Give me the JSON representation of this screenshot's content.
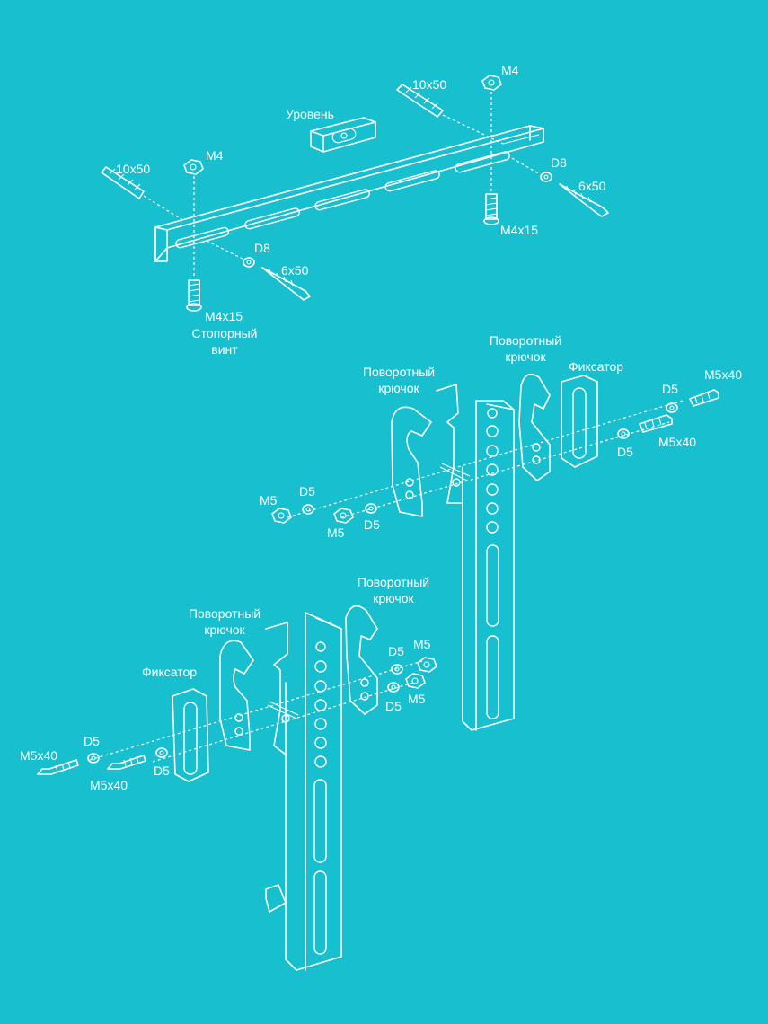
{
  "background_color": "#17BFCF",
  "line_color": "#FFFFFF",
  "labels": {
    "top_dowel_left": "10x50",
    "top_dowel_right": "10x50",
    "level": "Уровень",
    "nut_m4_left": "M4",
    "nut_m4_right": "M4",
    "washer_d8_right": "D8",
    "screw_6x50_right": "6x50",
    "bolt_m4x15_right": "M4x15",
    "washer_d8_left": "D8",
    "screw_6x50_left": "6x50",
    "bolt_m4x15_left": "M4x15",
    "set_screw_line1": "Стопорный",
    "set_screw_line2": "винт",
    "ra_hook_right_line1": "Поворотный",
    "ra_hook_right_line2": "крючок",
    "ra_hook_left_line1": "Поворотный",
    "ra_hook_left_line2": "крючок",
    "ra_latch": "Фиксатор",
    "ra_d5_top": "D5",
    "ra_m5x40_top": "M5x40",
    "ra_m5x40_bottom": "M5x40",
    "ra_d5_bottom": "D5",
    "ra_m5_nut1": "M5",
    "ra_d5_washer1": "D5",
    "ra_m5_nut2": "M5",
    "ra_d5_washer2": "D5",
    "la_hook_left_line1": "Поворотный",
    "la_hook_left_line2": "крючок",
    "la_hook_right_line1": "Поворотный",
    "la_hook_right_line2": "крючок",
    "la_latch": "Фиксатор",
    "la_d5_top_right": "D5",
    "la_m5_top_right": "M5",
    "la_d5_bottom_right": "D5",
    "la_m5_bottom_right": "M5",
    "la_m5x40_left": "M5x40",
    "la_d5_left_top": "D5",
    "la_m5x40_left_bottom": "M5x40",
    "la_d5_left_bottom": "D5"
  }
}
